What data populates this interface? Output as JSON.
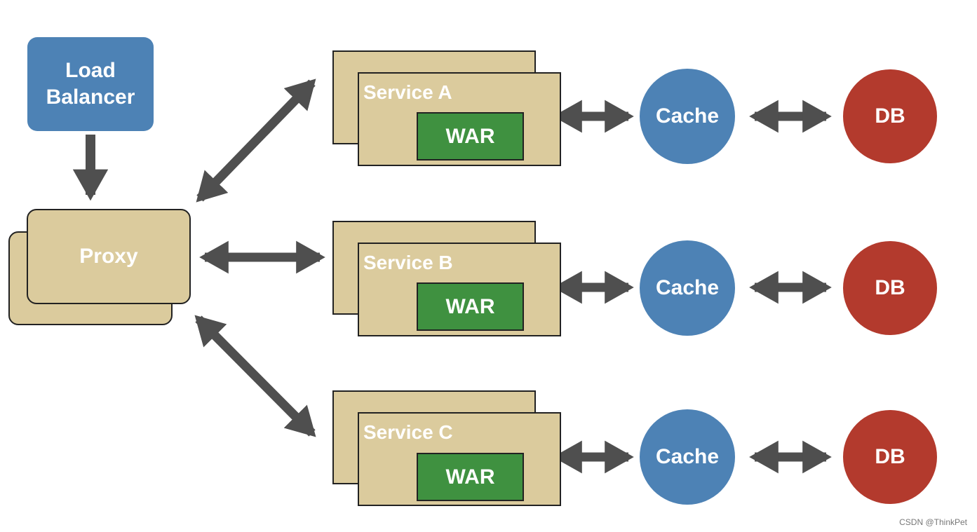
{
  "load_balancer": {
    "label": "Load\nBalancer"
  },
  "proxy": {
    "label": "Proxy"
  },
  "services": [
    {
      "name": "Service A",
      "artifact": "WAR",
      "cache": "Cache",
      "db": "DB"
    },
    {
      "name": "Service B",
      "artifact": "WAR",
      "cache": "Cache",
      "db": "DB"
    },
    {
      "name": "Service C",
      "artifact": "WAR",
      "cache": "Cache",
      "db": "DB"
    }
  ],
  "colors": {
    "load_balancer": "#4d82b5",
    "proxy": "#dbcb9d",
    "service": "#dbcb9d",
    "war": "#3f9140",
    "cache": "#4d82b5",
    "db": "#b33a2d",
    "arrow": "#4f4f4f"
  },
  "watermark": "CSDN @ThinkPet"
}
